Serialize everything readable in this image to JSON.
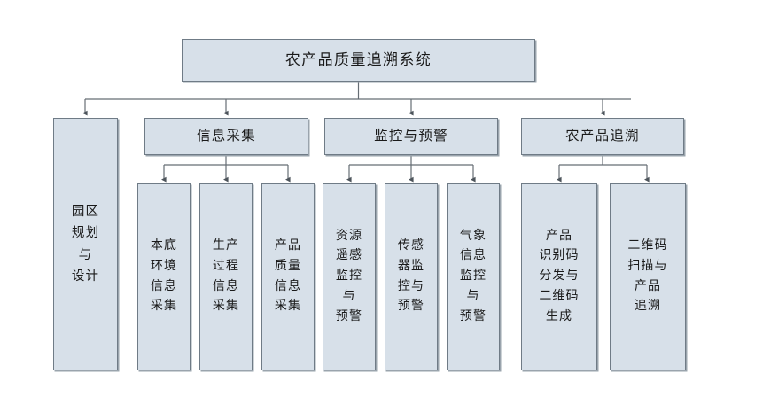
{
  "diagram": {
    "type": "hierarchy-tree",
    "title": "农产品质量追溯系统",
    "colors": {
      "node_fill": "#d7e0e9",
      "node_border": "#6f7b86",
      "node_shadow": "#9aa4ad",
      "connector": "#555c63",
      "text": "#1a1a1a",
      "background": "#ffffff"
    },
    "root": {
      "label": "农产品质量追溯系统"
    },
    "level2": [
      {
        "label": "园区\n规划\n与\n设计",
        "plain": "园区规划与设计"
      },
      {
        "label": "信息采集",
        "plain": "信息采集"
      },
      {
        "label": "监控与预警",
        "plain": "监控与预警"
      },
      {
        "label": "农产品追溯",
        "plain": "农产品追溯"
      }
    ],
    "leaves": {
      "group_info": [
        {
          "label": "本底\n环境\n信息\n采集",
          "plain": "本底环境信息采集"
        },
        {
          "label": "生产\n过程\n信息\n采集",
          "plain": "生产过程信息采集"
        },
        {
          "label": "产品\n质量\n信息\n采集",
          "plain": "产品质量信息采集"
        }
      ],
      "group_monitor": [
        {
          "label": "资源\n遥感\n监控\n与\n预警",
          "plain": "资源遥感监控与预警"
        },
        {
          "label": "传感\n器监\n控与\n预警",
          "plain": "传感器监控与预警"
        },
        {
          "label": "气象\n信息\n监控\n与\n预警",
          "plain": "气象信息监控与预警"
        }
      ],
      "group_trace": [
        {
          "label": "产品\n识别码\n分发与\n二维码\n生成",
          "plain": "产品识别码分发与二维码生成"
        },
        {
          "label": "二维码\n扫描与\n产品\n追溯",
          "plain": "二维码扫描与产品追溯"
        }
      ]
    }
  }
}
